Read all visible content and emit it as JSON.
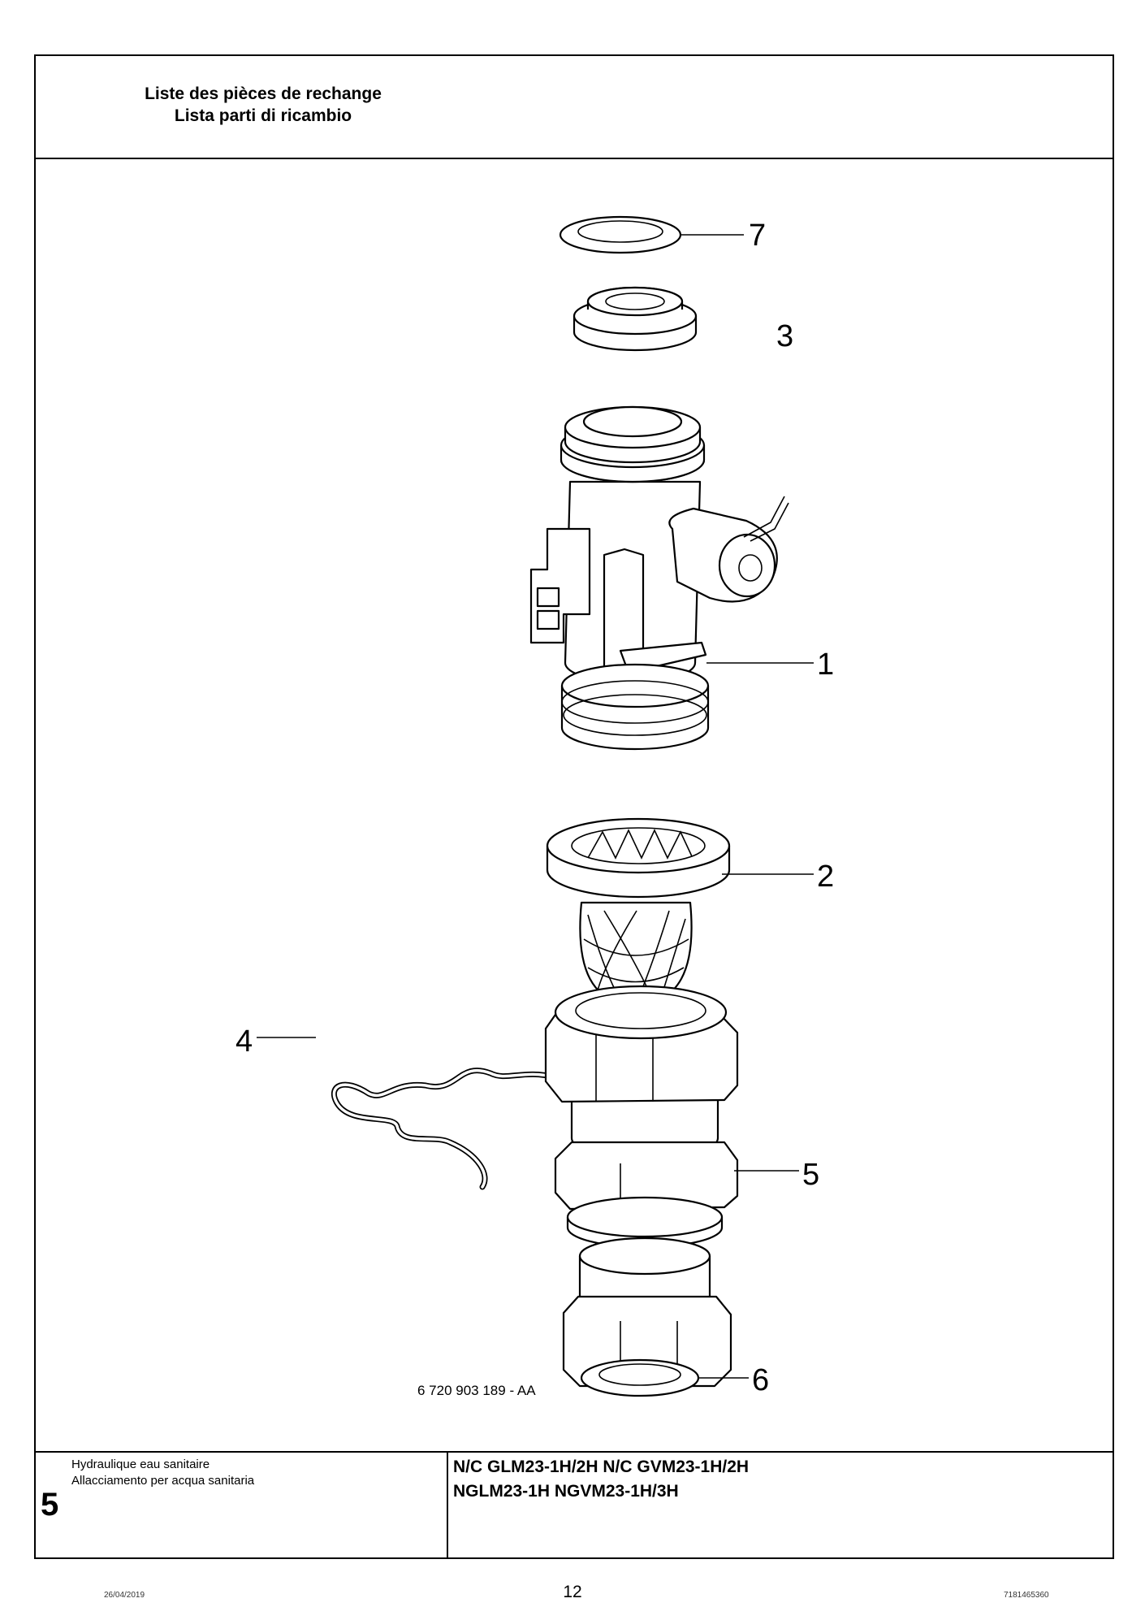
{
  "header": {
    "title_fr": "Liste des pièces de rechange",
    "title_it": "Lista parti di ricambio"
  },
  "drawing": {
    "reference": "6 720 903 189 - AA",
    "callouts": [
      "7",
      "3",
      "1",
      "2",
      "4",
      "5",
      "6"
    ]
  },
  "footer": {
    "section_number": "5",
    "section_fr": "Hydraulique eau sanitaire",
    "section_it": "Allacciamento per acqua sanitaria",
    "models_line1": "N/C GLM23-1H/2H N/C GVM23-1H/2H",
    "models_line2": "NGLM23-1H NGVM23-1H/3H"
  },
  "page": {
    "number": "12",
    "date": "26/04/2019",
    "doc_ref": "7181465360"
  }
}
